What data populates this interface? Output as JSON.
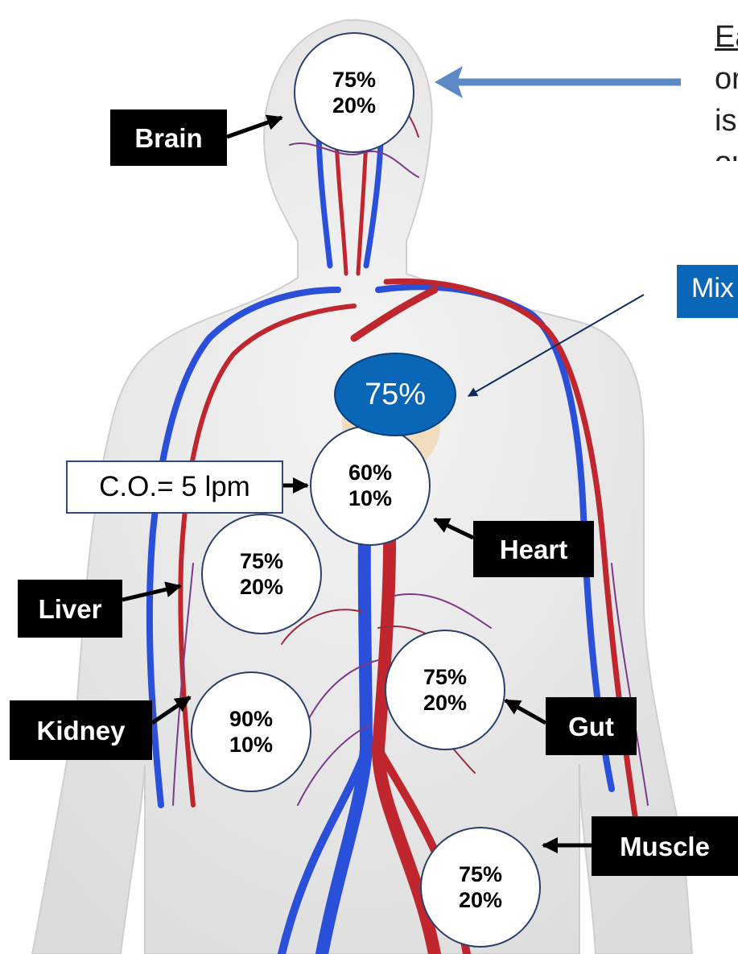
{
  "organs": [
    {
      "name": "Brain",
      "values": [
        "75%",
        "20%"
      ]
    },
    {
      "name": "Heart",
      "values": [
        "60%",
        "10%"
      ]
    },
    {
      "name": "Liver",
      "values": [
        "75%",
        "20%"
      ]
    },
    {
      "name": "Gut",
      "values": [
        "75%",
        "20%"
      ]
    },
    {
      "name": "Kidney",
      "values": [
        "90%",
        "10%"
      ]
    },
    {
      "name": "Muscle",
      "values": [
        "75%",
        "20%"
      ]
    }
  ],
  "cardiac_output": "C.O.= 5 lpm",
  "mixed_venous": {
    "value": "75%",
    "label_fragment": "Mix"
  },
  "note_fragments": [
    "Ea",
    "or",
    "is",
    "ou"
  ],
  "colors": {
    "vein": "#2a4fd8",
    "artery": "#c0262e",
    "mixed_oval": "#0a67b8",
    "arrow_blue": "#5b8ac6"
  }
}
